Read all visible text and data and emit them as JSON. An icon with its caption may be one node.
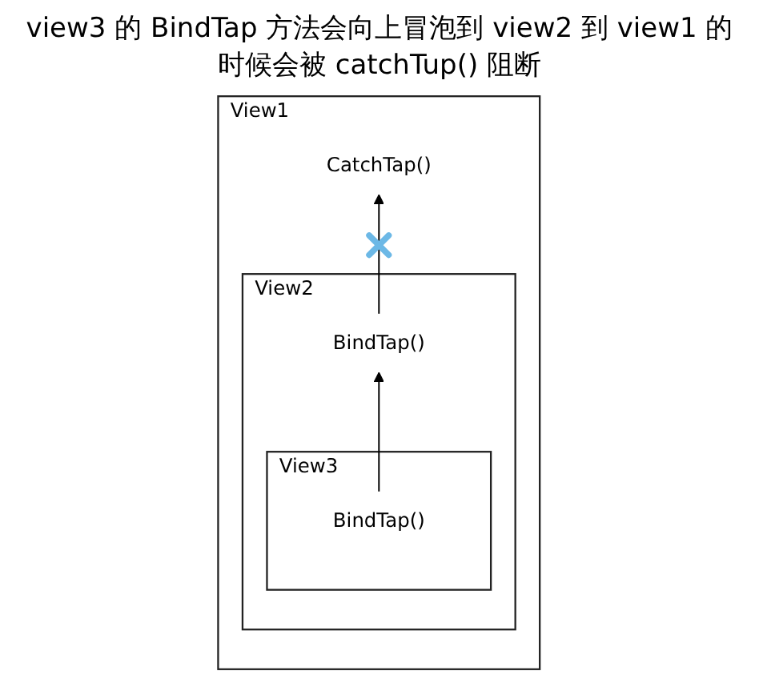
{
  "diagram": {
    "title": "view3 的 BindTap 方法会向上冒泡到 view2 到 view1 的时候会被 catchTup() 阻断",
    "nodes": [
      {
        "text": [
          "View1"
        ]
      },
      {
        "text": [
          "CatchTap()"
        ],
        "in": 0
      },
      {
        "text": [
          "View2"
        ],
        "in": 0
      },
      {
        "text": [
          "BindTap()"
        ],
        "in": 2
      },
      {
        "text": [
          "View3"
        ],
        "in": 2
      },
      {
        "text": [
          "BindTap()"
        ],
        "in": 4
      }
    ],
    "edges": [
      {
        "from": 5,
        "to": 3,
        "arrow": "to"
      },
      {
        "from": 3,
        "to": 1,
        "arrow": "to"
      }
    ]
  }
}
